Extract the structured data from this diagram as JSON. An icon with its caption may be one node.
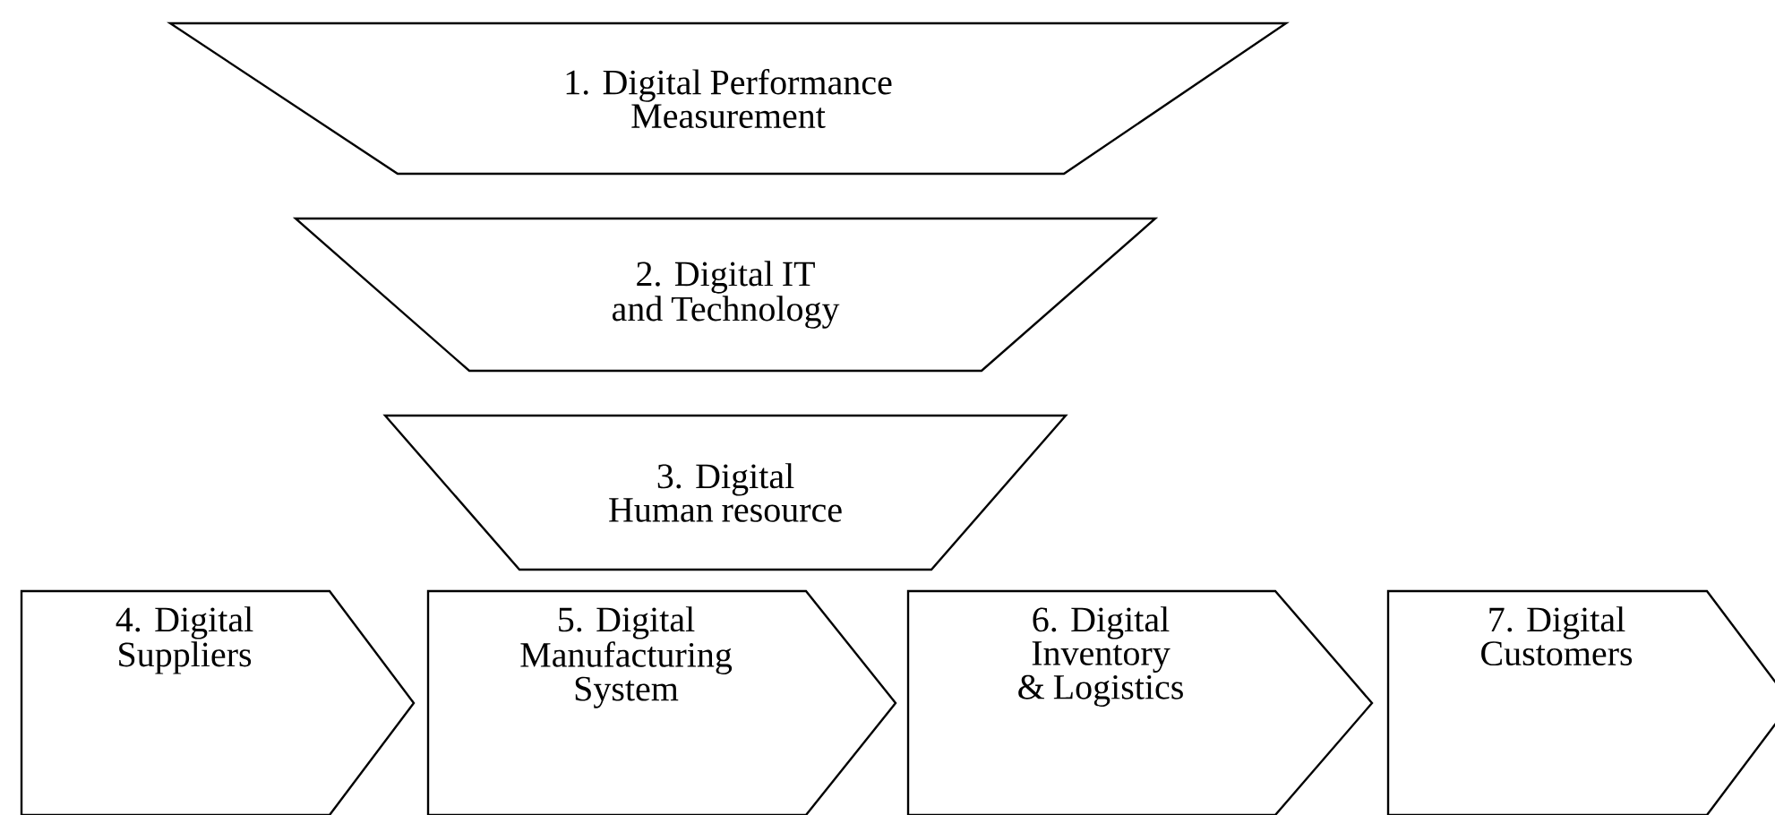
{
  "diagram": {
    "nodes": [
      {
        "text": [
          "1. Digital Performance Measurement"
        ]
      },
      {
        "text": [
          "2. Digital IT and Technology"
        ]
      },
      {
        "text": [
          "3. Digital Human resource"
        ]
      },
      {
        "text": [
          "4. Digital Suppliers"
        ]
      },
      {
        "text": [
          "5. Digital Manufacturing System"
        ]
      },
      {
        "text": [
          "6. Digital Inventory & Logistics"
        ]
      },
      {
        "text": [
          "7. Digital Customers"
        ]
      }
    ]
  }
}
